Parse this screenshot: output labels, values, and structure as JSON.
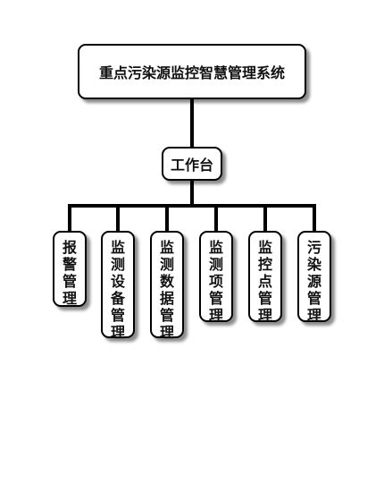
{
  "diagram": {
    "root": {
      "label": "重点污染源监控智慧管理系统"
    },
    "hub": {
      "label": "工作台"
    },
    "modules": [
      {
        "label": "报警管理"
      },
      {
        "label": "监测设备管理"
      },
      {
        "label": "监测数据管理"
      },
      {
        "label": "监测项管理"
      },
      {
        "label": "监控点管理"
      },
      {
        "label": "污染源管理"
      }
    ]
  }
}
